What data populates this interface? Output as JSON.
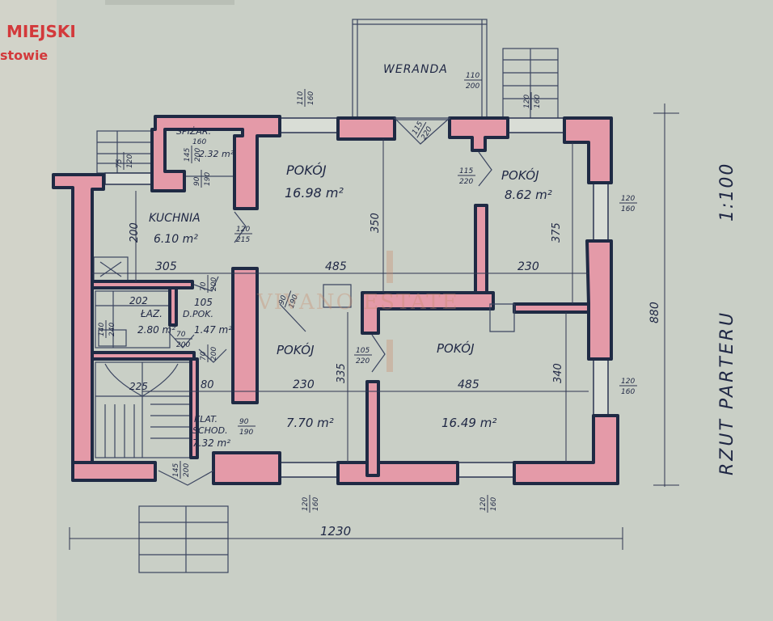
{
  "stamp": {
    "line1": "MIEJSKI",
    "line2": "stowie"
  },
  "watermark": "VIVANO ESTATE",
  "title": "RZUT PARTERU",
  "scale": "1:100",
  "rooms": {
    "weranda": {
      "name": "WERANDA"
    },
    "spizarnia": {
      "name": "SPIŻAR.",
      "dim": "160",
      "area": "2.32 m²"
    },
    "kuchnia": {
      "name": "KUCHNIA",
      "area": "6.10 m²"
    },
    "pokoj_main": {
      "name": "POKÓJ",
      "area": "16.98 m²"
    },
    "pokoj_ne": {
      "name": "POKÓJ",
      "area": "8.62 m²"
    },
    "lazienka": {
      "name": "ŁAZ.",
      "area": "2.80 m²"
    },
    "d_pok": {
      "name": "D.POK.",
      "area": "1.47 m²"
    },
    "pokoj_sw": {
      "name": "POKÓJ",
      "area": "7.70 m²"
    },
    "pokoj_se": {
      "name": "POKÓJ",
      "area": "16.49 m²"
    },
    "klatka": {
      "name": "KLAT.",
      "name2": "SCHOD.",
      "area": "7.32 m²"
    }
  },
  "dimensions": {
    "d1230": "1230",
    "d880": "880",
    "d305": "305",
    "d485a": "485",
    "d230a": "230",
    "d230b": "230",
    "d485b": "485",
    "d200": "200",
    "d350": "350",
    "d375": "375",
    "d335": "335",
    "d340": "340",
    "d225": "225",
    "d80": "80",
    "d202": "202",
    "d105": "105"
  },
  "openings": {
    "o_110_160": [
      "110",
      "160"
    ],
    "o_110_200": [
      "110",
      "200"
    ],
    "o_115_220a": [
      "115",
      "220"
    ],
    "o_120_160a": [
      "120",
      "160"
    ],
    "o_145_200": [
      "145",
      "200"
    ],
    "o_90_190a": [
      "90",
      "190"
    ],
    "o_75_120": [
      "75",
      "120"
    ],
    "o_115_220b": [
      "115",
      "220"
    ],
    "o_120_160b": [
      "120",
      "160"
    ],
    "o_120_215": [
      "120",
      "215"
    ],
    "o_70_200a": [
      "70",
      "200"
    ],
    "o_140_240": [
      "140",
      "240"
    ],
    "o_70_200b": [
      "70",
      "200"
    ],
    "o_70_200c": [
      "70",
      "200"
    ],
    "o_90_190b": [
      "90",
      "190"
    ],
    "o_105_220": [
      "105",
      "220"
    ],
    "o_120_160c": [
      "120",
      "160"
    ],
    "o_90_190c": [
      "90",
      "190"
    ],
    "o_145_200b": [
      "145",
      "200"
    ],
    "o_120_160d": [
      "120",
      "160"
    ],
    "o_120_160e": [
      "120",
      "160"
    ]
  }
}
